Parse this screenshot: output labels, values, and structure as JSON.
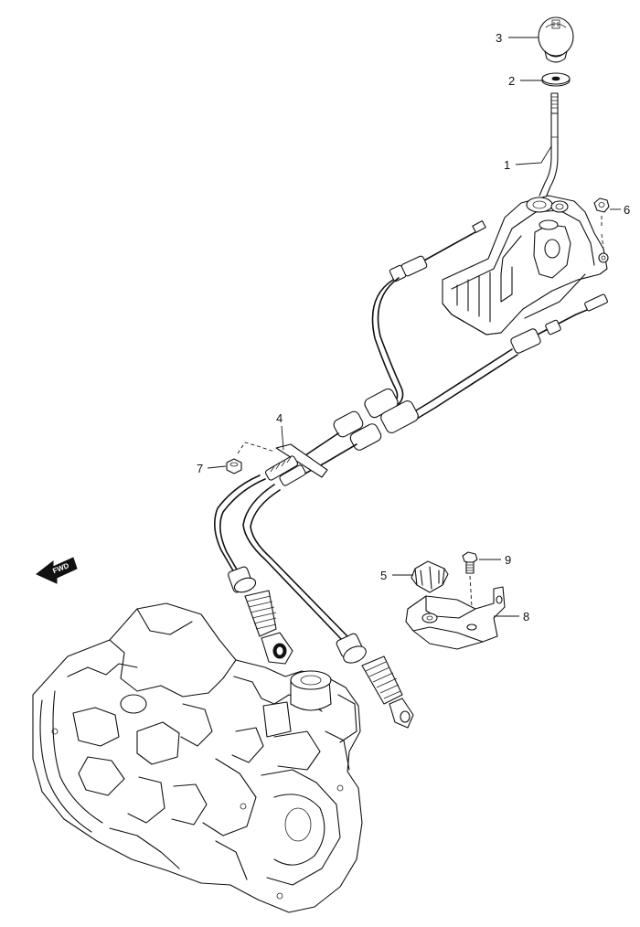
{
  "diagram": {
    "callouts": [
      {
        "id": "c1",
        "label": "1"
      },
      {
        "id": "c2",
        "label": "2"
      },
      {
        "id": "c3",
        "label": "3"
      },
      {
        "id": "c4",
        "label": "4"
      },
      {
        "id": "c5",
        "label": "5"
      },
      {
        "id": "c6",
        "label": "6"
      },
      {
        "id": "c7",
        "label": "7"
      },
      {
        "id": "c8",
        "label": "8"
      },
      {
        "id": "c9",
        "label": "9"
      }
    ],
    "direction_arrow": {
      "label": "FWD"
    }
  }
}
